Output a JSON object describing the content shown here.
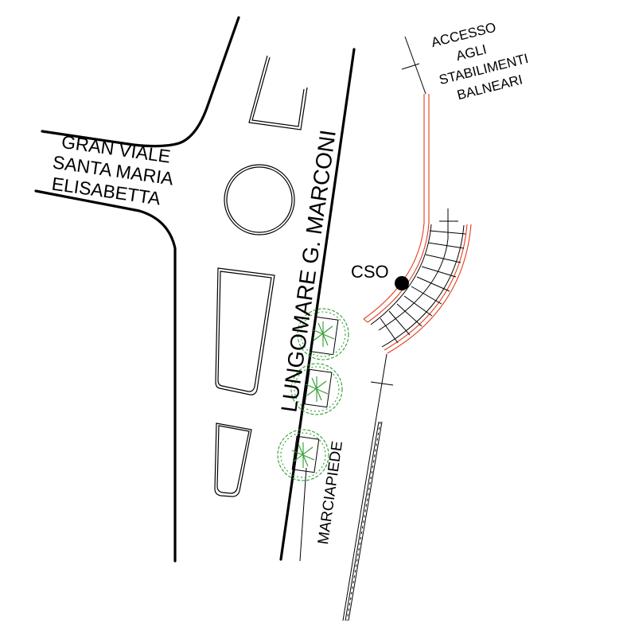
{
  "map": {
    "labels": {
      "street_west": [
        "GRAN VIALE",
        "SANTA MARIA",
        "ELISABETTA"
      ],
      "street_main": "LUNGOMARE G. MARCONI",
      "beach_access": [
        "ACCESSO",
        "AGLI",
        "STABILIMENTI",
        "BALNEARI"
      ],
      "point": "CSO",
      "sidewalk": "MARCIAPIEDE"
    },
    "colors": {
      "outline": "#000000",
      "ramp": "#e23a1a",
      "tree": "#2e9b2e",
      "background": "#ffffff"
    }
  }
}
